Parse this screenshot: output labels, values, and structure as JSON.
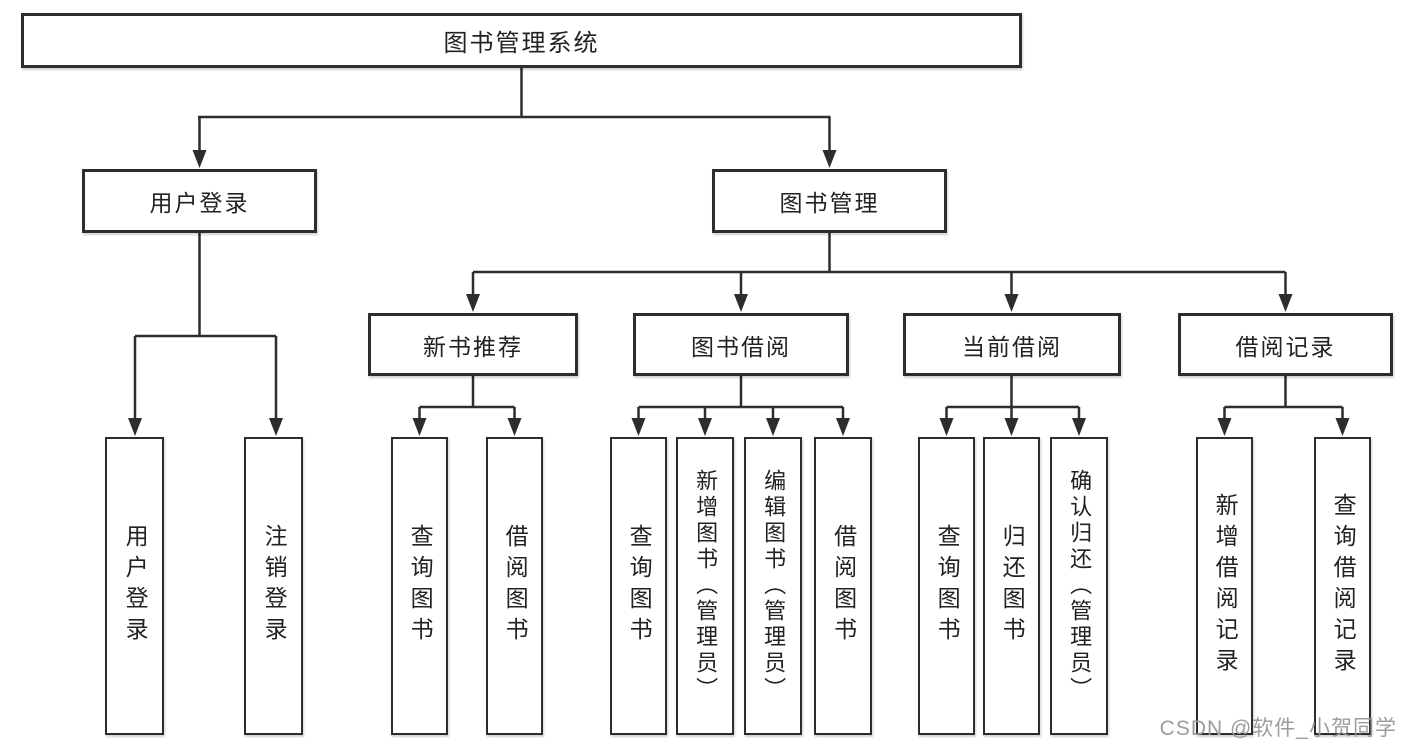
{
  "tree": {
    "root": "图书管理系统",
    "branches": [
      {
        "label": "用户登录",
        "children": [
          "用户登录",
          "注销登录"
        ]
      },
      {
        "label": "图书管理",
        "sections": [
          {
            "label": "新书推荐",
            "children": [
              "查询图书",
              "借阅图书"
            ]
          },
          {
            "label": "图书借阅",
            "children": [
              "查询图书",
              "新增图书（管理员）",
              "编辑图书（管理员）",
              "借阅图书"
            ]
          },
          {
            "label": "当前借阅",
            "children": [
              "查询图书",
              "归还图书",
              "确认归还（管理员）"
            ]
          },
          {
            "label": "借阅记录",
            "children": [
              "新增借阅记录",
              "查询借阅记录"
            ]
          }
        ]
      }
    ]
  },
  "colors": {
    "line": "#2d2d2d",
    "text": "#222222",
    "watermark_gray": "#9c9c9c",
    "background": "#ffffff"
  },
  "watermark": "CSDN @软件_小贺同学"
}
